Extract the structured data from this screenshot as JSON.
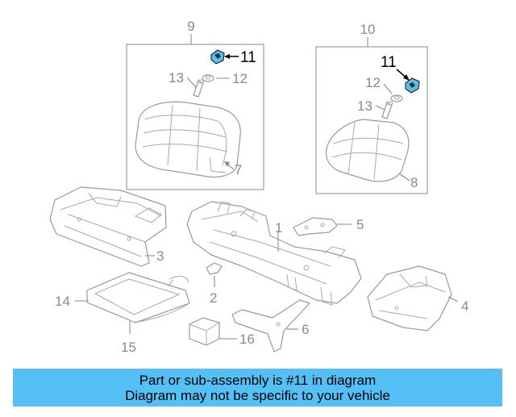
{
  "diagram": {
    "labels": {
      "group_9": "9",
      "group_10": "10",
      "p11_left": "11",
      "p11_right": "11",
      "p12_left": "12",
      "p12_right": "12",
      "p13_left": "13",
      "p13_right": "13",
      "p7": "7",
      "p8": "8",
      "p1": "1",
      "p2": "2",
      "p3": "3",
      "p4": "4",
      "p5": "5",
      "p6": "6",
      "p14": "14",
      "p15": "15",
      "p16": "16"
    },
    "highlight_color": "#55c0f6"
  },
  "banner": {
    "line1": "Part or sub-assembly is #11 in diagram",
    "line2": "Diagram may not be specific to your vehicle"
  }
}
